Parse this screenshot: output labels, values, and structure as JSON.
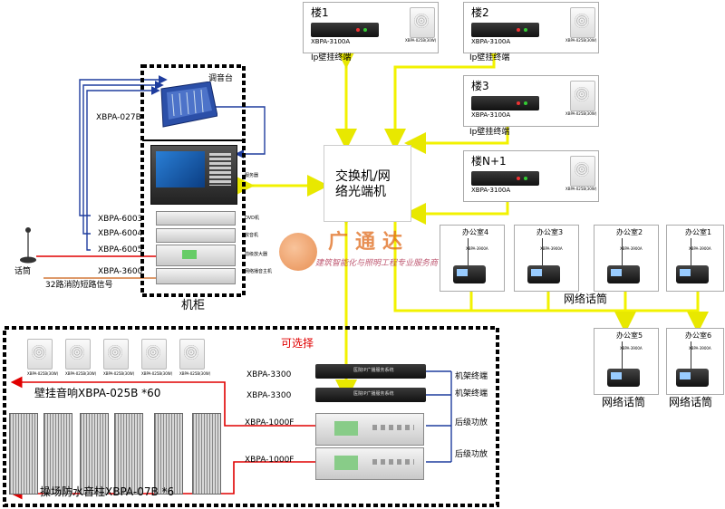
{
  "title_center": "交换机/网络光端机",
  "cabinet": {
    "label": "机柜",
    "mixer_label": "调音台",
    "xbpa_027b": "XBPA-027B",
    "devices": [
      {
        "model": "XBPA-6003",
        "tag": "DVD机"
      },
      {
        "model": "XBPA-6004",
        "tag": "收音机"
      },
      {
        "model": "XBPA-6005",
        "tag": "前级放大器"
      },
      {
        "model": "XBPA-3600",
        "tag": "网络播音主机"
      }
    ],
    "pc_tag": "服务器",
    "fire_signal": "32路消防短路信号"
  },
  "mic_label": "话筒",
  "buildings": [
    {
      "name": "楼1",
      "model": "XBPA-3100A",
      "caption": "Ip壁挂终端",
      "speaker_label": "XBPA-025B(30W)"
    },
    {
      "name": "楼2",
      "model": "XBPA-3100A",
      "caption": "Ip壁挂终端",
      "speaker_label": "XBPA-025B(30W)"
    },
    {
      "name": "楼3",
      "model": "XBPA-3100A",
      "caption": "Ip壁挂终端",
      "speaker_label": "XBPA-025B(30W)"
    },
    {
      "name": "楼N+1",
      "model": "XBPA-3100A",
      "caption": "",
      "speaker_label": "XBPA-025B(30W)"
    }
  ],
  "offices": [
    {
      "name": "办公室4",
      "model": "XBPA-3900A"
    },
    {
      "name": "办公室3",
      "model": "XBPA-3900A"
    },
    {
      "name": "办公室2",
      "model": "XBPA-3900A"
    },
    {
      "name": "办公室1",
      "model": "XBPA-3900A"
    },
    {
      "name": "办公室5",
      "model": "XBPA-3900A"
    },
    {
      "name": "办公室6",
      "model": "XBPA-3900A"
    }
  ],
  "net_mic_label": "网络话筒",
  "logo": {
    "name": "广通达",
    "slogan": "建筑智能化与照明工程专业服务商"
  },
  "optional": {
    "title": "可选择",
    "wall_speaker_caption": "壁挂音响XBPA-025B *60",
    "wall_speaker_label": "XBPA-025B(30W)",
    "column_caption": "操场防水音柱XBPA-07B *6",
    "rack_devices": [
      {
        "model": "XBPA-3300",
        "role": "机架终端",
        "panel": "医院IP广播服务系统"
      },
      {
        "model": "XBPA-3300",
        "role": "机架终端",
        "panel": "医院IP广播服务系统"
      },
      {
        "model": "XBPA-1000F",
        "role": "后级功放",
        "panel": ""
      },
      {
        "model": "XBPA-1000F",
        "role": "后级功放",
        "panel": ""
      }
    ]
  },
  "colors": {
    "network": "#f2f200",
    "audio": "#e00000",
    "control": "#1f3d9e",
    "logo": "#e06a1a"
  }
}
